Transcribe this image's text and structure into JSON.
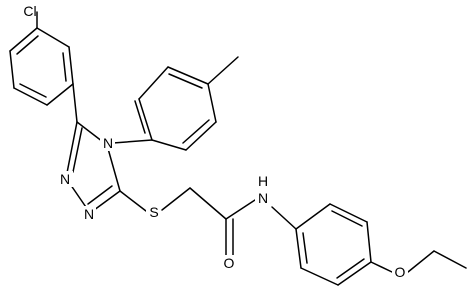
{
  "atoms": {
    "cl": "Cl",
    "n_ring_top": "N",
    "n_ring_left": "N",
    "n_ring_bottom": "N",
    "s": "S",
    "nh": "N",
    "h": "H",
    "o_carbonyl": "O",
    "o_ether": "O"
  }
}
